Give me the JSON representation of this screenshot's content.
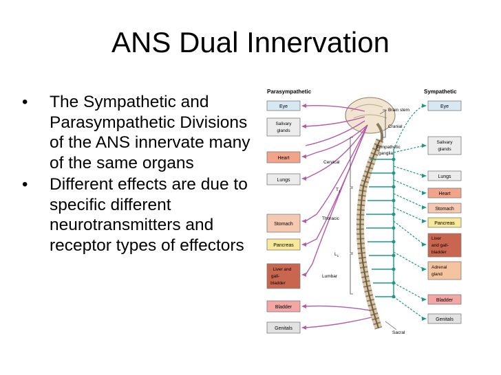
{
  "slide": {
    "title": "ANS Dual Innervation",
    "bullets": [
      "The Sympathetic and Parasympathetic Divisions of the ANS innervate many of the same organs",
      "Different effects are due to specific different neurotransmitters and receptor types of effectors"
    ]
  },
  "figure": {
    "parasympathetic_title": "Parasympathetic",
    "sympathetic_title": "Sympathetic",
    "para_organs": [
      {
        "label": "Eye",
        "color": "#d8e8f2"
      },
      {
        "label": "Salivary glands",
        "color": "#ececec"
      },
      {
        "label": "Heart",
        "color": "#f2a48a"
      },
      {
        "label": "Lungs",
        "color": "#ececec"
      },
      {
        "label": "Stomach",
        "color": "#f6c9b2"
      },
      {
        "label": "Pancreas",
        "color": "#f8e99a"
      },
      {
        "label": "Liver and gall-bladder",
        "color": "#c86650"
      },
      {
        "label": "Bladder",
        "color": "#f2a6a6"
      },
      {
        "label": "Genitals",
        "color": "#e2e2e2"
      }
    ],
    "symp_organs": [
      {
        "label": "Eye",
        "color": "#d8e8f2"
      },
      {
        "label": "Salivary glands",
        "color": "#ececec"
      },
      {
        "label": "Lungs",
        "color": "#ececec"
      },
      {
        "label": "Heart",
        "color": "#f2a48a"
      },
      {
        "label": "Stomach",
        "color": "#f6c9b2"
      },
      {
        "label": "Pancreas",
        "color": "#f8e99a"
      },
      {
        "label": "Liver and gall-bladder",
        "color": "#c86650"
      },
      {
        "label": "Adrenal gland",
        "color": "#f4c4a0"
      },
      {
        "label": "Bladder",
        "color": "#f2a6a6"
      },
      {
        "label": "Genitals",
        "color": "#e2e2e2"
      }
    ],
    "labels": {
      "brain_stem": "Brain stem",
      "cranial": "Cranial",
      "sympathetic_ganglia": "Sympathetic ganglia",
      "cervical": "Cervical",
      "t1": "T",
      "t1_sub": "1",
      "thoracic": "Thoracic",
      "l1": "L",
      "l1_sub": "1",
      "lumbar": "Lumbar",
      "sacral": "Sacral"
    },
    "colors": {
      "parasympathetic": "#b45aa8",
      "sympathetic": "#1a9a86",
      "box_border": "#7a7a7a"
    }
  }
}
